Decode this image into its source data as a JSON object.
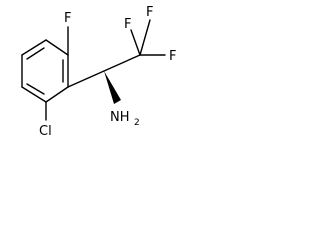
{
  "molecule": {
    "atoms": {
      "fluorine_ring": "F",
      "fluorine_cf3_1": "F",
      "fluorine_cf3_2": "F",
      "fluorine_cf3_3": "F",
      "chlorine": "Cl",
      "amine": "NH",
      "amine_subscript": "2"
    },
    "bond_color": "#000000",
    "text_color": "#000000"
  }
}
